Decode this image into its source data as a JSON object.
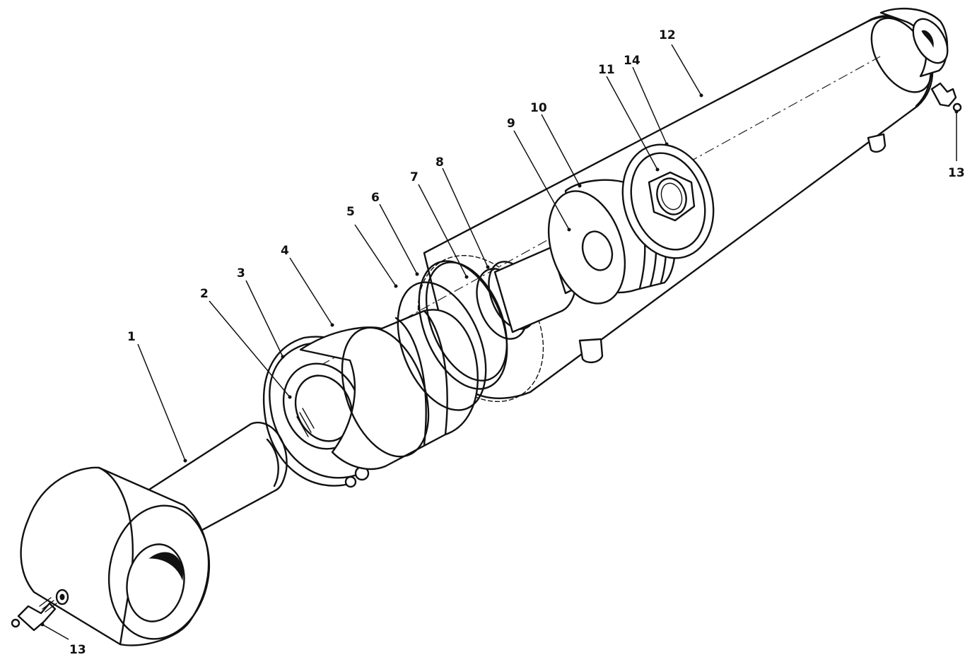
{
  "callouts": [
    {
      "id": "c1",
      "label": "1"
    },
    {
      "id": "c2",
      "label": "2"
    },
    {
      "id": "c3",
      "label": "3"
    },
    {
      "id": "c4",
      "label": "4"
    },
    {
      "id": "c5",
      "label": "5"
    },
    {
      "id": "c6",
      "label": "6"
    },
    {
      "id": "c7",
      "label": "7"
    },
    {
      "id": "c8",
      "label": "8"
    },
    {
      "id": "c9",
      "label": "9"
    },
    {
      "id": "c10",
      "label": "10"
    },
    {
      "id": "c11",
      "label": "11"
    },
    {
      "id": "c12",
      "label": "12"
    },
    {
      "id": "c13a",
      "label": "13"
    },
    {
      "id": "c13b",
      "label": "13"
    },
    {
      "id": "c14",
      "label": "14"
    }
  ]
}
